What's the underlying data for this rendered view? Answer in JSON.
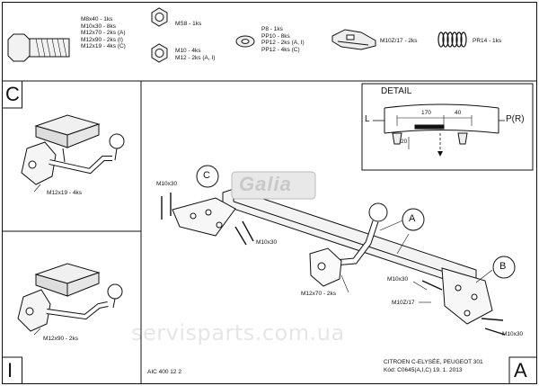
{
  "parts": {
    "bolt_lines": [
      "M8x40 - 1ks",
      "M10x30 - 8ks",
      "M12x70 - 2ks (A)",
      "M12x90 - 2ks (I)",
      "M12x19 - 4ks (C)"
    ],
    "nut1": "MS8 - 1ks",
    "nut2_lines": [
      "M10 - 4ks",
      "M12 - 2ks (A, I)"
    ],
    "washer_lines": [
      "P8 - 1ks",
      "PP10 - 8ks",
      "PP12 - 2ks (A, I)",
      "PP12 - 4ks (C)"
    ],
    "clip": "M10Z/17 - 2ks",
    "spring": "PR14 - 1ks"
  },
  "panels": {
    "c": {
      "letter": "C",
      "bolt_label": "M12x19 - 4ks"
    },
    "i": {
      "letter": "I",
      "bolt_label": "M12x90 - 2ks"
    },
    "main": {
      "letter": "A"
    }
  },
  "detail": {
    "title": "DETAIL",
    "left_label": "L",
    "right_label": "P(R)",
    "dim_170": "170",
    "dim_40": "40",
    "dim_20": "20"
  },
  "callouts": {
    "c": "C",
    "a": "A",
    "b": "B",
    "m10x30_top": "M10x30",
    "m10x30_left": "M10x30",
    "m12x70": "M12x70 - 2ks",
    "m10x30_right": "M10x30",
    "m10z17": "M10Z/17",
    "m10x30_bottom": "M10x30"
  },
  "footer": {
    "drawing_no": "AIC 400 12 2",
    "vehicle": "CITROEN C-ELYSÉE, PEUGEOT 301",
    "code": "Kód: C0645(A,I,C)  19. 1. 2013"
  },
  "logo": "Galia",
  "watermark": "servisparts.com.ua"
}
